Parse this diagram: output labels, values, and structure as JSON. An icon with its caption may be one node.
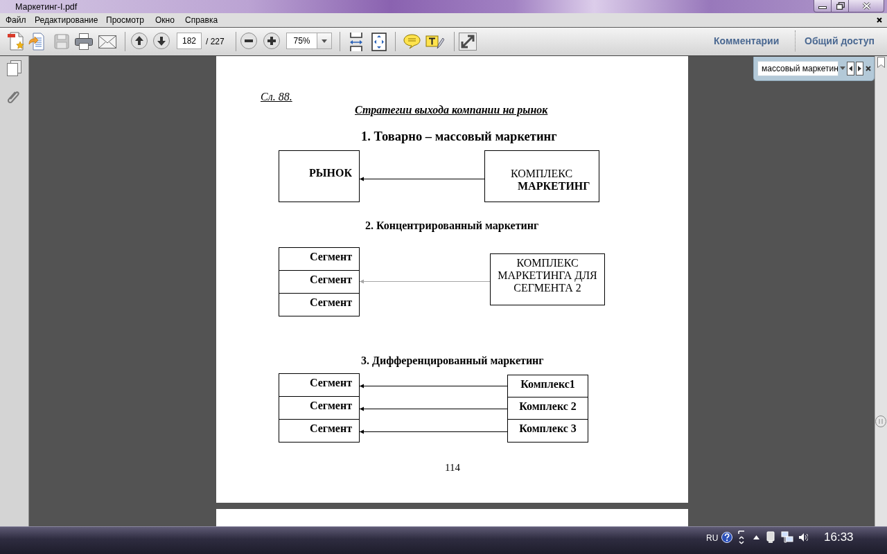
{
  "diagram": {
    "title": "Стратегии выхода компании на рынок",
    "nodes": [
      {
        "text": [
          "РЫНОК"
        ]
      },
      {
        "text": [
          "КОМПЛЕКС **МАРКЕТИНГ**"
        ]
      },
      {
        "text": [
          "Сегмент"
        ]
      },
      {
        "text": [
          "Сегмент"
        ]
      },
      {
        "text": [
          "Сегмент"
        ]
      },
      {
        "text": [
          "КОМПЛЕКС МАРКЕТИНГА ДЛЯ СЕГМЕНТА 2"
        ]
      },
      {
        "text": [
          "Сегмент"
        ]
      },
      {
        "text": [
          "Комплекс1"
        ]
      },
      {
        "text": [
          "Сегмент"
        ]
      },
      {
        "text": [
          "Комплекс 2"
        ]
      },
      {
        "text": [
          "Сегмент"
        ]
      },
      {
        "text": [
          "Комплекс 3"
        ]
      }
    ],
    "edges": [
      {
        "from": 1,
        "to": 0,
        "arrow": "to"
      },
      {
        "from": 5,
        "to": 3,
        "arrow": "to",
        "color": "#a6a6a6"
      },
      {
        "from": 7,
        "to": 6,
        "arrow": "to"
      },
      {
        "from": 9,
        "to": 8,
        "arrow": "to"
      },
      {
        "from": 11,
        "to": 10,
        "arrow": "to"
      }
    ],
    "labels": [
      "Маркетинг-I.pdf",
      "Файл",
      "Редактирование",
      "Просмотр",
      "Окно",
      "Справка",
      "182",
      "/ 227",
      "75%",
      "Комментарии",
      "Общий доступ",
      "массовый маркетин",
      "Сл. 88.",
      "1. Товарно – массовый маркетинг",
      "2. Концентрированный маркетинг",
      "3. Дифференцированный маркетинг",
      "114",
      "RU",
      "16:33"
    ]
  }
}
